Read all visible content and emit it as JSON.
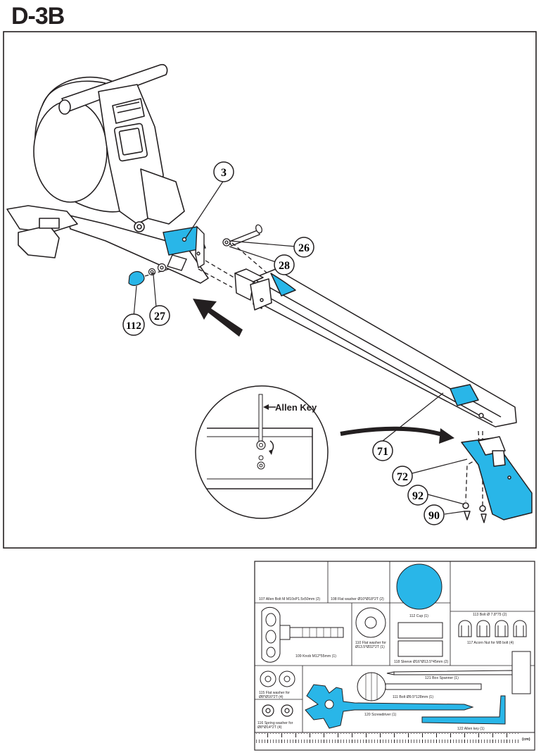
{
  "page": {
    "title": "D-3B"
  },
  "callouts": {
    "c3": "3",
    "c26": "26",
    "c28": "28",
    "c27": "27",
    "c112": "112",
    "c71": "71",
    "c72": "72",
    "c92": "92",
    "c90": "90"
  },
  "inset": {
    "label": "Allen Key"
  },
  "hardware": {
    "p107": "107 Allen Bolt M M10xP1.5x50mm (2)",
    "p108": "108 Flat washer Ø10*Ø18*2T (2)",
    "p112": "112 Cup (1)",
    "p113": "113 Bolt Ø 7.8*75 (2)",
    "p109": "109 Knob M12*55mm (1)",
    "p110a": "110 Flat washer for",
    "p110b": "Ø13.5*Ø32*2T (1)",
    "p118": "118 Sleeve Ø16*Ø13.5*45mm (2)",
    "p117": "117 Acorn Nut for M8 bolt (4)",
    "p121": "121 Box Spanner (1)",
    "p115a": "115 Flat washer for",
    "p115b": "Ø8*Ø16*2T (4)",
    "p111": "111 Bolt Ø9.5*128mm (1)",
    "p120": "120 Screwdriver (1)",
    "p116a": "116 Spring washer for",
    "p116b": "Ø8*Ø14*2T (4)",
    "p122": "122 Allen key (1)",
    "scale_unit": "(cm)"
  },
  "colors": {
    "accent": "#29b6e8",
    "ink": "#231f20"
  }
}
